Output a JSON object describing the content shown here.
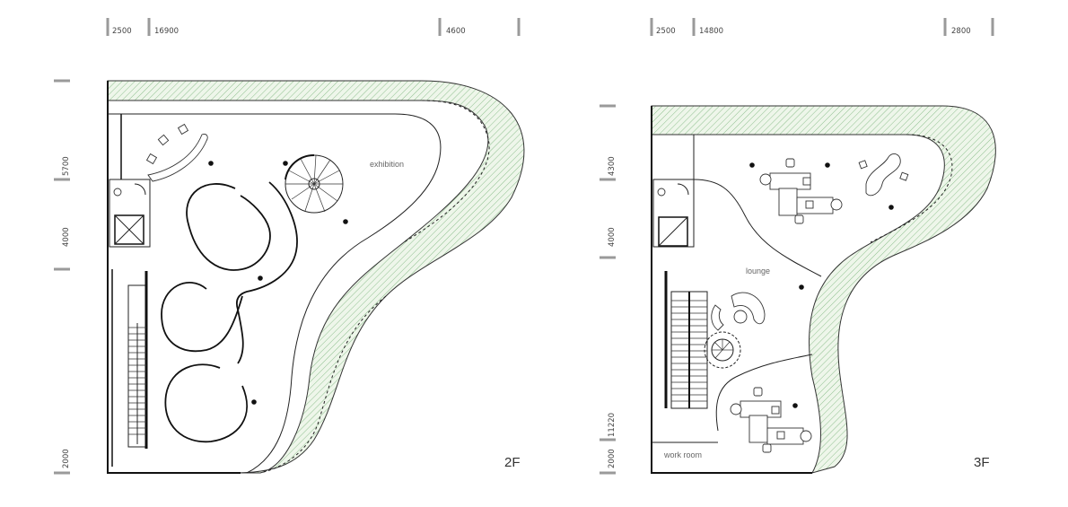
{
  "plans": [
    {
      "floor": "2F",
      "top_dims": [
        "2500",
        "16900",
        "4600"
      ],
      "side_dims": [
        "5700",
        "4000",
        "2000"
      ],
      "rooms": [
        "exhibition"
      ]
    },
    {
      "floor": "3F",
      "top_dims": [
        "2500",
        "14800",
        "2800"
      ],
      "side_dims": [
        "4300",
        "4000",
        "11220",
        "2000"
      ],
      "rooms": [
        "lounge",
        "work room"
      ]
    }
  ],
  "colors": {
    "green_hatch": "#8fc08f",
    "wall": "#111111",
    "dim_tick": "#9a9a9a"
  }
}
